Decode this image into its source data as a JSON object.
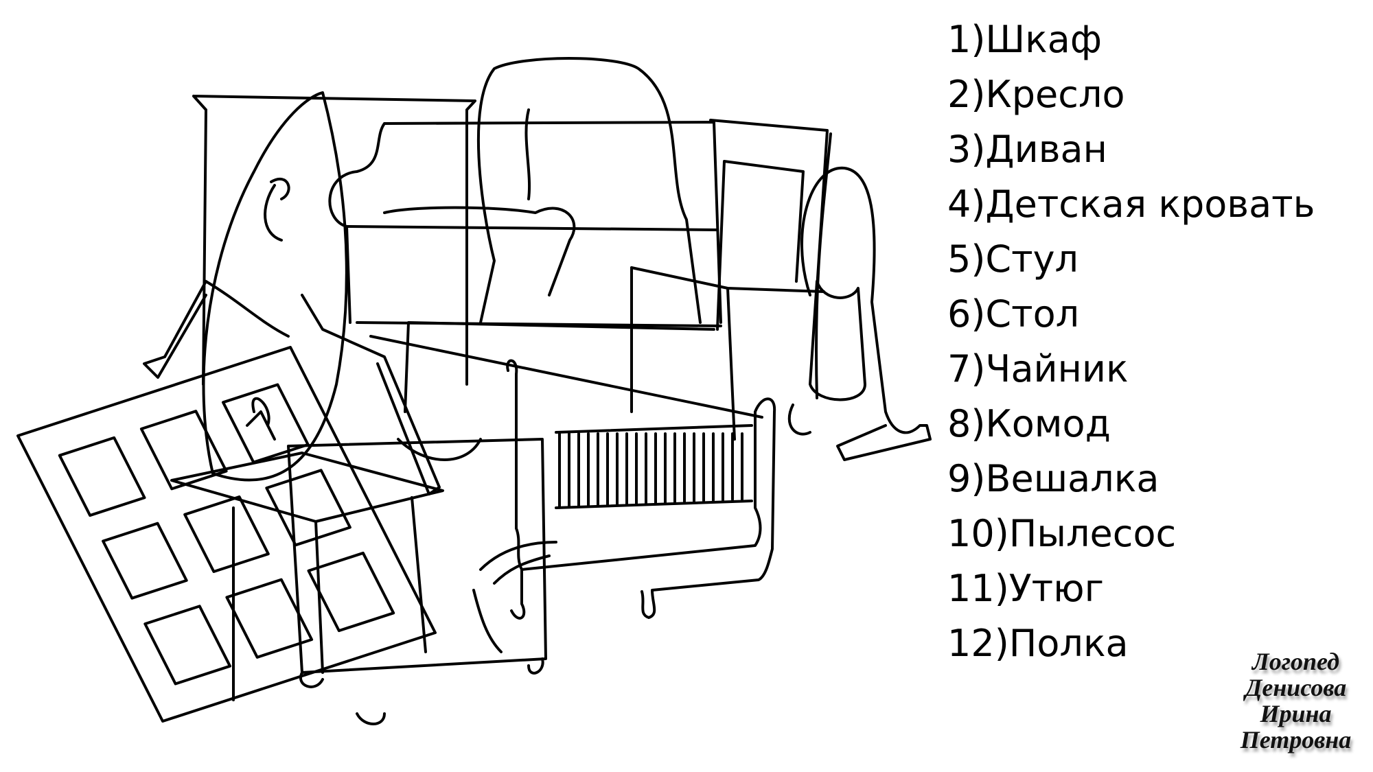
{
  "items": [
    "1)Шкаф",
    "2)Кресло",
    "3)Диван",
    "4)Детская кровать",
    "5)Стул",
    "6)Стол",
    "7)Чайник",
    "8)Комод",
    "9)Вешалка",
    "10)Пылесос",
    "11)Утюг",
    "12)Полка"
  ],
  "signature": [
    "Логопед",
    "Денисова",
    "Ирина",
    "Петровна"
  ]
}
